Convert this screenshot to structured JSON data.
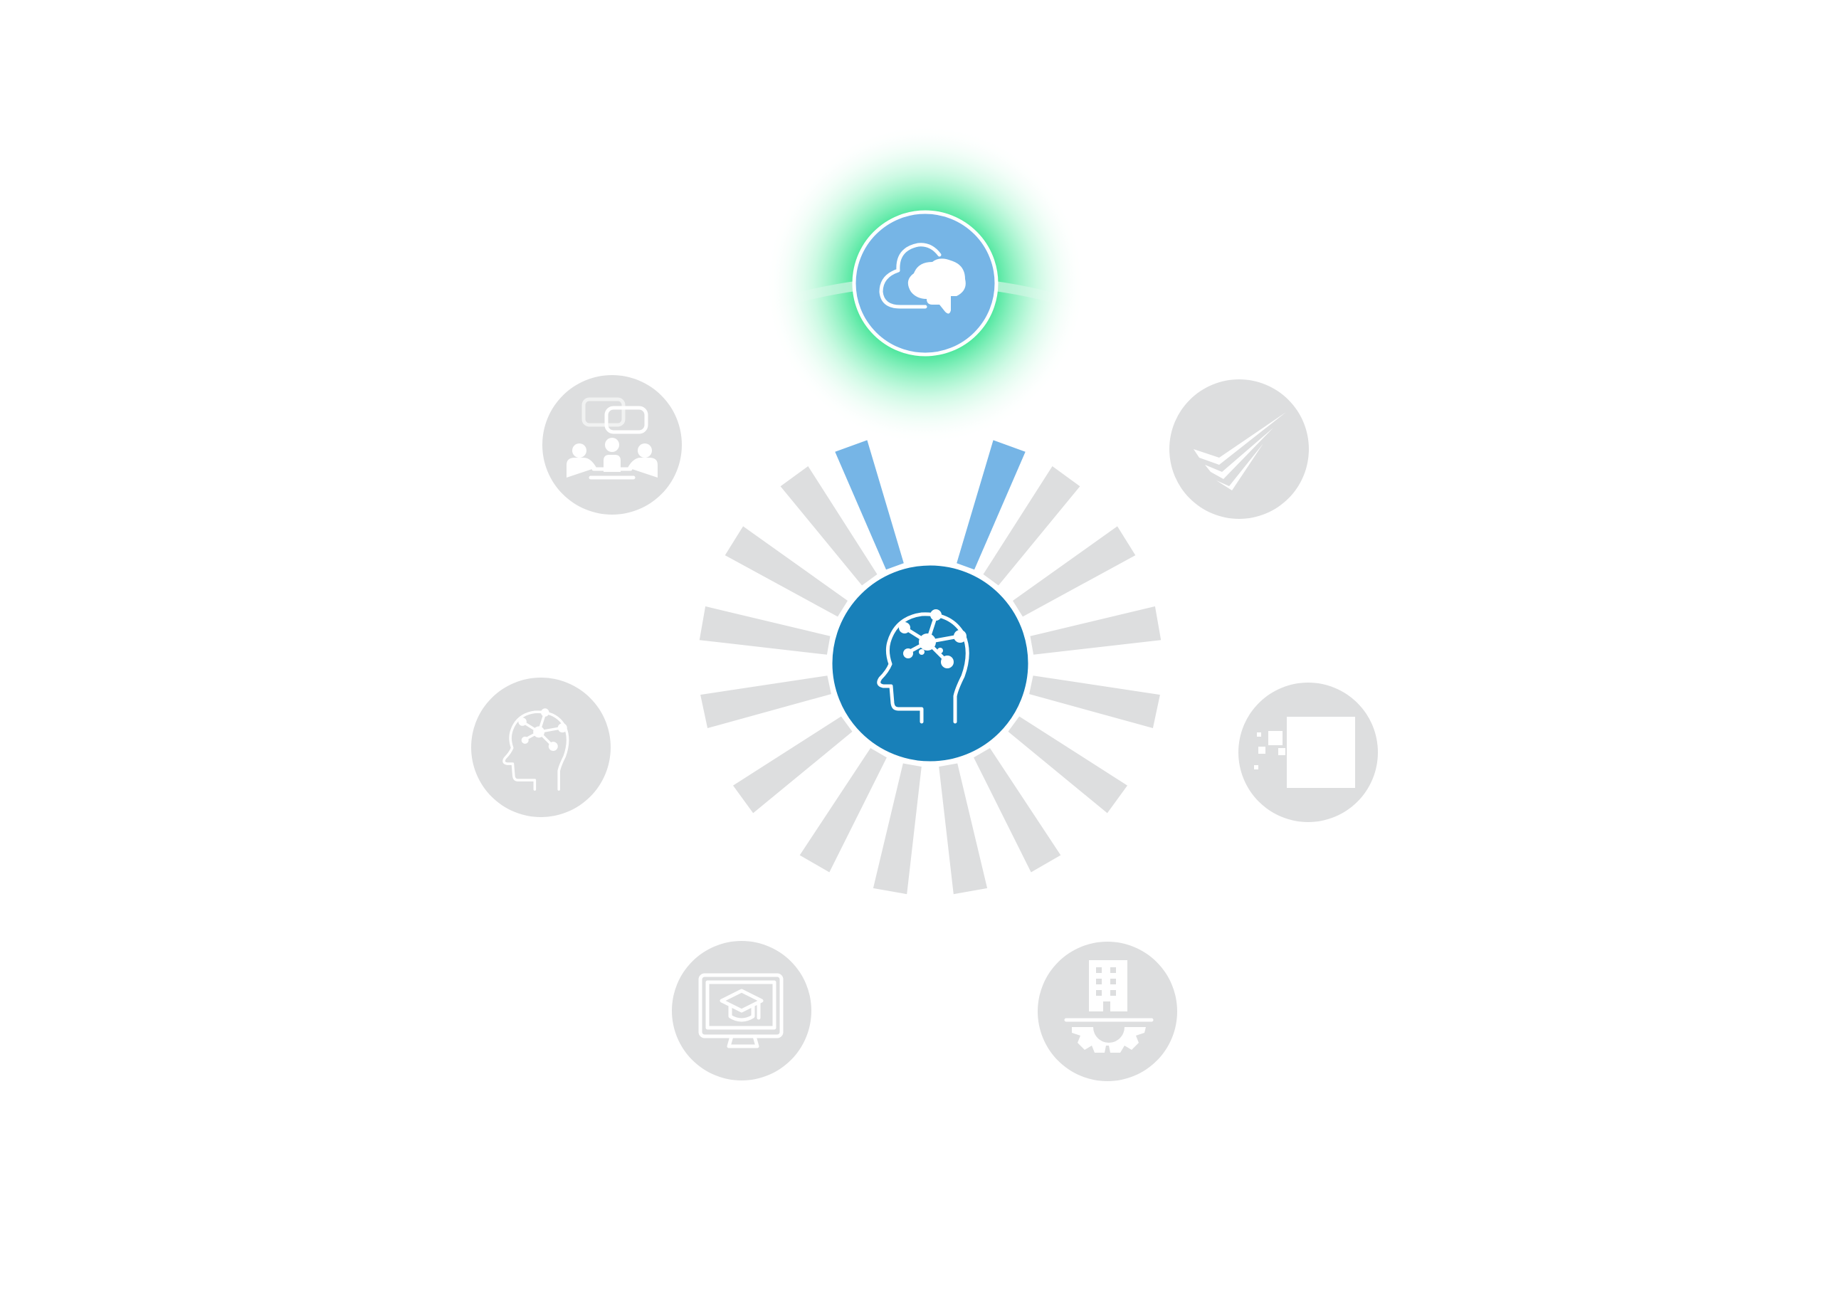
{
  "diagram": {
    "type": "radial-icon-navigator",
    "center_node": {
      "icon": "head-network-icon",
      "color": "#1880B9",
      "state": "selected"
    },
    "active_node": {
      "icon": "cloud-brain-icon",
      "color": "#76B5E6",
      "glow_color": "#33E38F",
      "state": "highlighted"
    },
    "inactive_color": "#DDDEDF",
    "ray_active_color": "#76B5E6",
    "ray_inactive_color": "#DDDEDF",
    "nodes": [
      {
        "id": "cloud-brain",
        "icon": "cloud-brain-icon",
        "active": true
      },
      {
        "id": "checkmark-wings",
        "icon": "checkmark-wings-icon",
        "active": false
      },
      {
        "id": "digital-pixels",
        "icon": "digital-pixels-icon",
        "active": false
      },
      {
        "id": "building-gear",
        "icon": "building-gear-icon",
        "active": false
      },
      {
        "id": "monitor-graduation",
        "icon": "monitor-graduation-icon",
        "active": false
      },
      {
        "id": "head-network-small",
        "icon": "head-network-icon",
        "active": false
      },
      {
        "id": "group-discussion",
        "icon": "group-discussion-icon",
        "active": false
      }
    ]
  }
}
